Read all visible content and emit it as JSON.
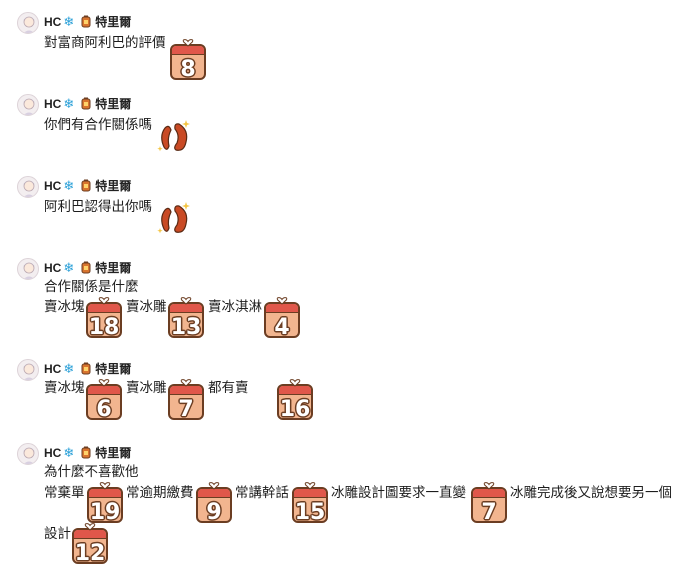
{
  "sender": {
    "name": "HC",
    "badge": "特里爾",
    "snow_icon": "❄"
  },
  "colors": {
    "snow": "#2aa0d8",
    "calendar_top": "#e0574a",
    "calendar_body": "#f2b58f",
    "outline": "#6b3d22",
    "bean": "#c94a24"
  },
  "messages": [
    {
      "text": "對富商阿利巴的評價",
      "sticker": "8"
    },
    {
      "text": "你們有合作關係嗎"
    },
    {
      "text": "阿利巴認得出你嗎"
    },
    {
      "line1": "合作關係是什麼",
      "t1": "賣冰塊",
      "n1": "18",
      "t2": "賣冰雕",
      "n2": "13",
      "t3": "賣冰淇淋",
      "n3": "4"
    },
    {
      "t1": "賣冰塊",
      "n1": "6",
      "t2": "賣冰雕",
      "n2": "7",
      "t3": "都有賣",
      "n3": "16"
    },
    {
      "line1": "為什麼不喜歡他",
      "t1": "常棄單",
      "n1": "19",
      "t2": "常逾期繳費",
      "n2": "9",
      "t3": "常講幹話",
      "n3": "15",
      "t4": "冰雕設計圖要求一直變",
      "n4": "7",
      "t5": "冰雕完成後又說想要另一個",
      "t6": "設計",
      "n6": "12"
    }
  ]
}
